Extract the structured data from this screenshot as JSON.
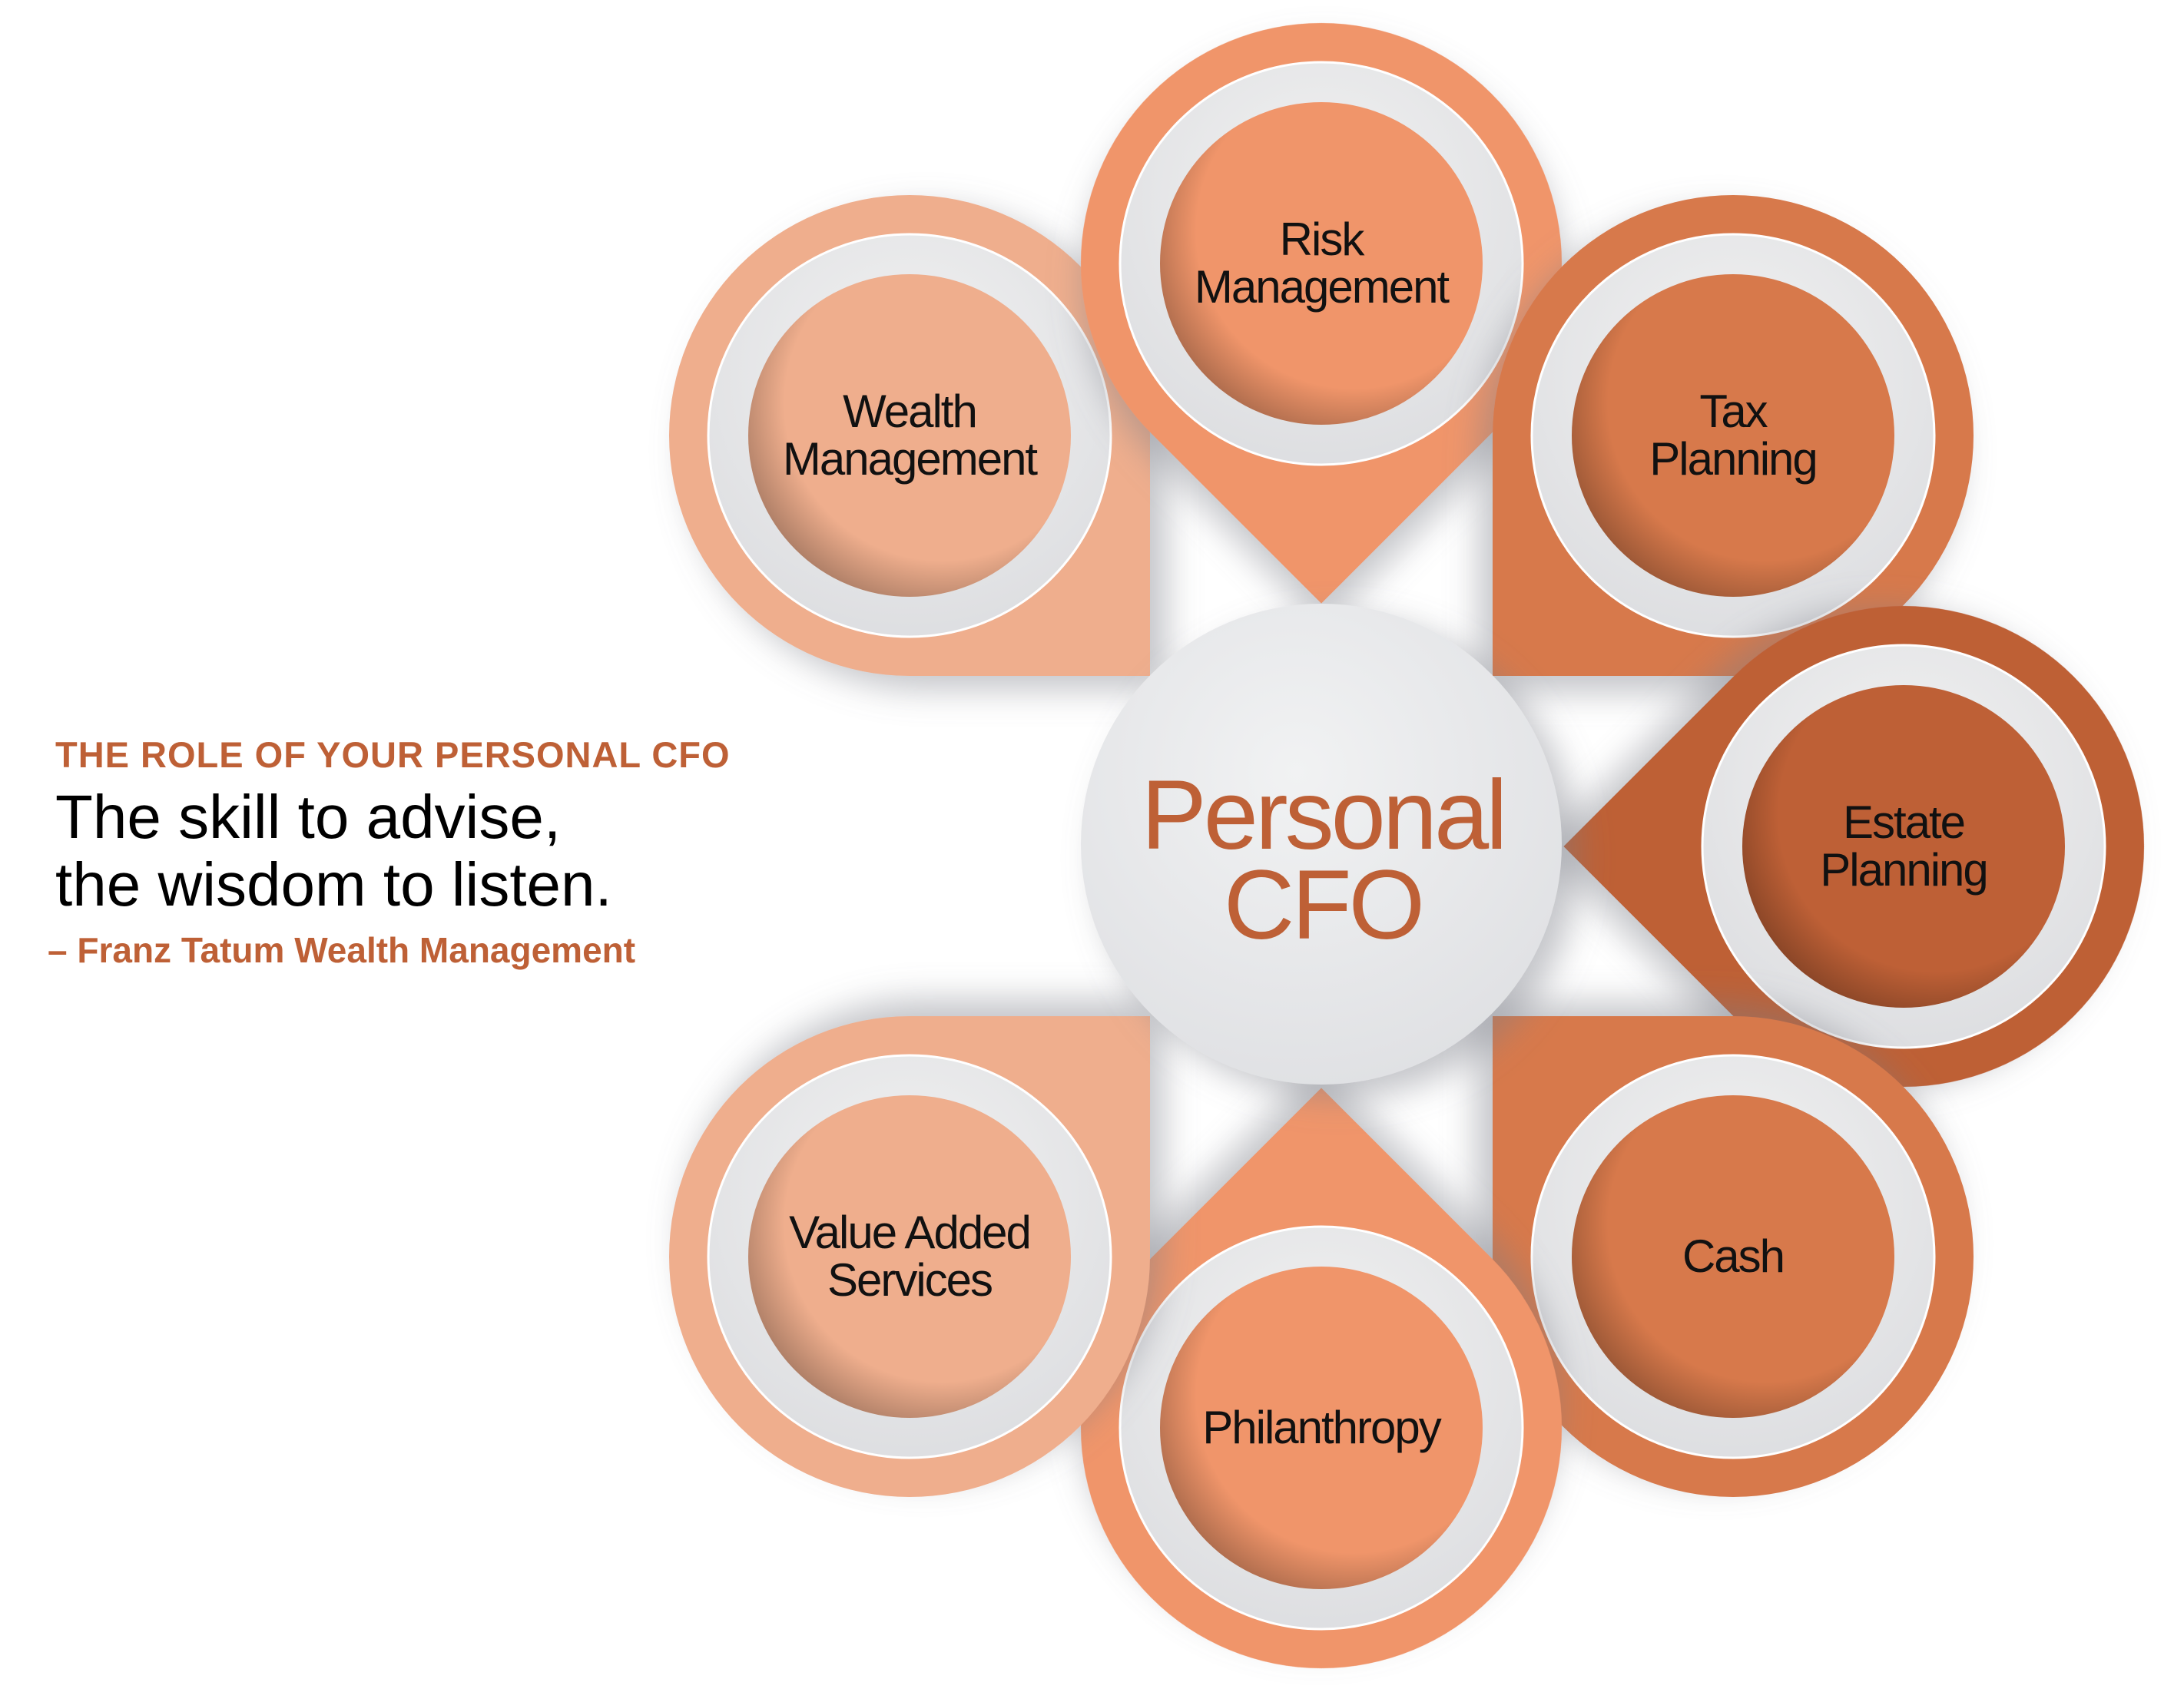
{
  "intro": {
    "kicker": "THE ROLE OF YOUR PERSONAL CFO",
    "quote_line1": "The skill to advise,",
    "quote_line2": "the wisdom to listen.",
    "attribution": "– Franz Tatum Wealth Management"
  },
  "center": {
    "line1": "Personal",
    "line2": "CFO",
    "color": "#BE6036"
  },
  "nodes": [
    {
      "id": "wealth",
      "lines": [
        "Wealth",
        "Management"
      ],
      "color": "#EFAE8D"
    },
    {
      "id": "risk",
      "lines": [
        "Risk",
        "Management"
      ],
      "color": "#F0956A"
    },
    {
      "id": "tax",
      "lines": [
        "Tax",
        "Planning"
      ],
      "color": "#D7794B"
    },
    {
      "id": "estate",
      "lines": [
        "Estate",
        "Planning"
      ],
      "color": "#BE6036"
    },
    {
      "id": "cash",
      "lines": [
        "Cash"
      ],
      "color": "#D7794B"
    },
    {
      "id": "philanthropy",
      "lines": [
        "Philanthropy"
      ],
      "color": "#F0956A"
    },
    {
      "id": "value-added",
      "lines": [
        "Value Added",
        "Services"
      ],
      "color": "#EFAE8D"
    }
  ]
}
